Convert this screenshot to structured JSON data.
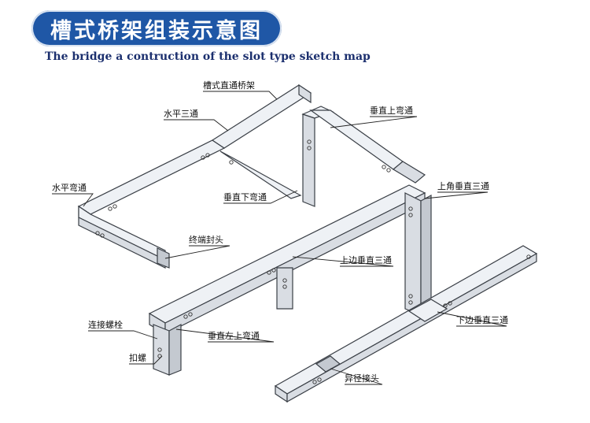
{
  "header": {
    "title": "槽式桥架组装示意图",
    "subtitle": "The bridge a contruction of the slot type sketch map"
  },
  "labels": {
    "straight_tray": "槽式直通桥架",
    "horizontal_tee": "水平三通",
    "vertical_up_bend": "垂直上弯通",
    "horizontal_bend": "水平弯通",
    "vertical_down_bend": "垂直下弯通",
    "upper_corner_vertical_tee": "上角垂直三通",
    "end_cap": "终端封头",
    "upper_edge_vertical_tee": "上边垂直三通",
    "connecting_bolt": "连接螺栓",
    "lower_edge_vertical_tee": "下边垂直三通",
    "vertical_left_up_bend": "垂直左上弯通",
    "clip_nut": "扣螺",
    "reducer_joint": "异径接头"
  },
  "colors": {
    "title_bg": "#1f57a6",
    "title_text": "#ffffff",
    "subtitle_text": "#1b2f6e",
    "tray_fill": "#eef1f5",
    "tray_line": "#3a3f46"
  }
}
